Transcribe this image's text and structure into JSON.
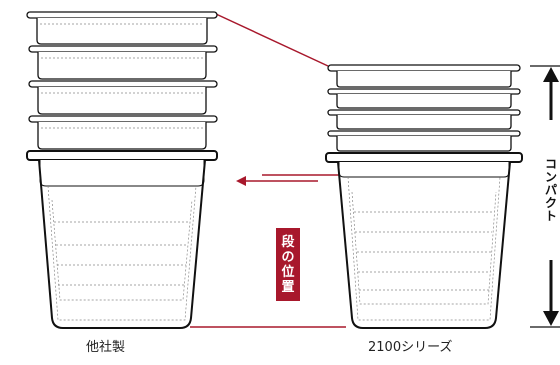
{
  "labels": {
    "left_caption": "他社製",
    "right_caption": "2100シリーズ",
    "badge": [
      "段",
      "の",
      "位",
      "置"
    ],
    "compact": [
      "コ",
      "ン",
      "パ",
      "ク",
      "ト"
    ]
  },
  "colors": {
    "accent": "#a8182c",
    "outline": "#111111"
  }
}
